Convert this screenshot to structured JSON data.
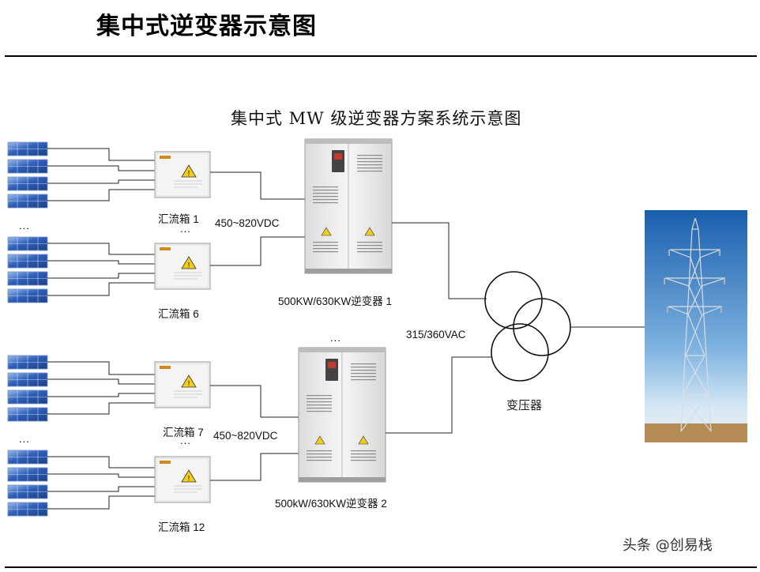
{
  "page": {
    "title": "集中式逆变器示意图",
    "diagram_title": "集中式 MW 级逆变器方案系统示意图",
    "watermark": "头条 @创易栈"
  },
  "combiners": {
    "c1": "汇流箱 1",
    "c6": "汇流箱 6",
    "c7": "汇流箱 7",
    "c12": "汇流箱 12"
  },
  "dc_voltage": {
    "upper": "450~820VDC",
    "lower": "450~820VDC"
  },
  "inverters": {
    "inv1": "500KW/630KW逆变器 1",
    "inv2": "500kW/630KW逆变器 2"
  },
  "ac_voltage": "315/360VAC",
  "transformer_label": "变压器",
  "ellipsis": "...",
  "colors": {
    "panel_blue": "#2f5fb8",
    "panel_light": "#8fb0e6",
    "cabinet": "#eeeeee",
    "sky_top": "#1f66b0",
    "sky_bottom": "#cfe4f4",
    "ground": "#b58b55"
  }
}
